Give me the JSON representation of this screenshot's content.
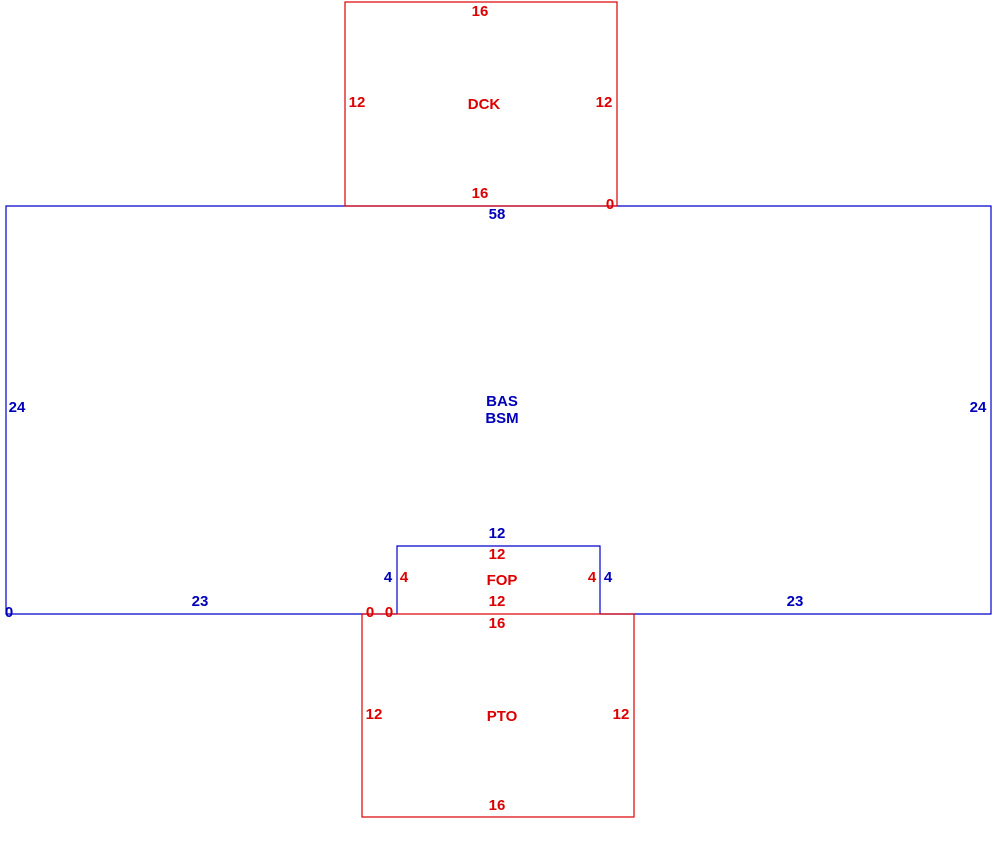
{
  "colors": {
    "blue": "#0000bb",
    "red": "#dd0000"
  },
  "areas": {
    "dck": {
      "label": "DCK",
      "color": "red",
      "top": "16",
      "bottom": "16",
      "left": "12",
      "right": "12",
      "corner": "0"
    },
    "main": {
      "label_1": "BAS",
      "label_2": "BSM",
      "top": "58",
      "left": "24",
      "right": "24",
      "bottom_left": "23",
      "bottom_right": "23",
      "corner": "0"
    },
    "fop": {
      "label": "FOP",
      "top_blue": "12",
      "top_red": "12",
      "bottom_red": "12",
      "left_blue": "4",
      "left_red": "4",
      "right_red": "4",
      "right_blue": "4",
      "corner_red": "0",
      "corner_blue": "0"
    },
    "pto": {
      "label": "PTO",
      "top": "16",
      "bottom": "16",
      "left": "12",
      "right": "12"
    }
  }
}
